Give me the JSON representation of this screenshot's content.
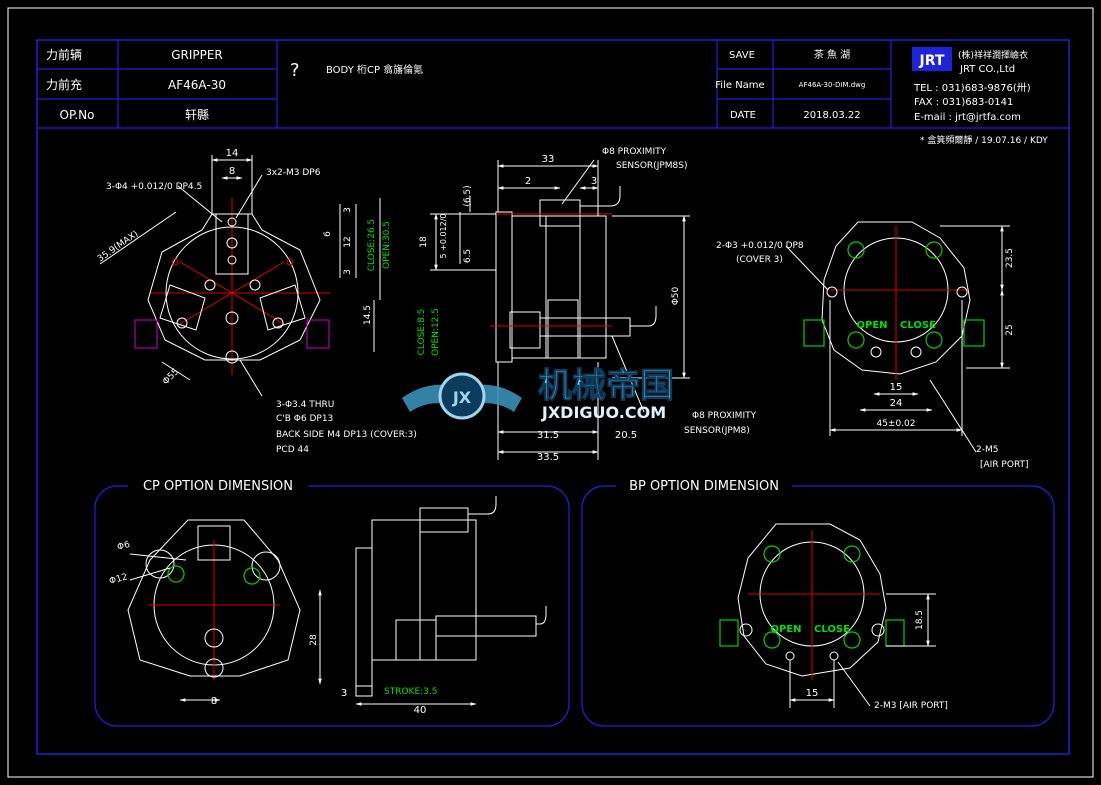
{
  "colors": {
    "background": "#000000",
    "frame": "#1e22d8",
    "line": "#ffffff",
    "dim_green": "#00e000",
    "center_red": "#e00000",
    "magenta": "#d000d0"
  },
  "title_block": {
    "label_name": "力前辆",
    "value_name": "GRIPPER",
    "label_model": "力前充",
    "value_model": "AF46A-30",
    "label_op": "OP.No",
    "value_op": "轩縣",
    "note_mark": "?",
    "note": "BODY 桁CP 翕旛倫氪",
    "save_label": "SAVE",
    "save_value": "茶 魚 湖",
    "file_label": "File Name",
    "file_value": "AF46A-30-DIM.dwg",
    "date_label": "DATE",
    "date_value": "2018.03.22"
  },
  "company": {
    "logo": "JRT",
    "name_cn": "(株)祥祥澗擇嶮衣",
    "name_en": "JRT CO.,Ltd",
    "tel": "TEL : 031)683-9876(卅)",
    "fax": "FAX : 031)683-0141",
    "email": "E-mail : jrt@jrtfa.com",
    "revision": "* 盒箕頻爾靜 / 19.07.16 / KDY"
  },
  "front_view": {
    "dim_14": "14",
    "dim_8": "8",
    "hole_note": "3-Φ4 +0.012/0 DP4.5",
    "tap_note": "3x2-M3 DP6",
    "dim_35_9": "35.9(MAX)",
    "dim_3a": "3",
    "dim_6": "6",
    "dim_12": "12",
    "dim_3b": "3",
    "close_26_5": "CLOSE:26.5",
    "open_30_5": "OPEN:30.5",
    "dim_14_5": "14.5",
    "dia_55": "Φ55",
    "thru_1": "3-Φ3.4 THRU",
    "thru_2": "C'B Φ6 DP13",
    "thru_3": "BACK SIDE M4 DP13 (COVER:3)",
    "thru_4": "PCD 44"
  },
  "side_view": {
    "dim_33": "33",
    "dim_2": "2",
    "dim_3": "3",
    "dim_6_5a": "(6.5)",
    "dim_18": "18",
    "dim_5": "5 +0.012/0",
    "dim_6_5b": "6.5",
    "dim_50": "Φ50",
    "close_8_5": "CLOSE:8.5",
    "open_12_5": "OPEN:12.5",
    "dim_31_5": "31.5",
    "dim_20_5": "20.5",
    "dim_33_5": "33.5",
    "sensor_top_1": "Φ8 PROXIMITY",
    "sensor_top_2": "SENSOR(JPM8S)",
    "sensor_bot_1": "Φ8 PROXIMITY",
    "sensor_bot_2": "SENSOR(JPM8)"
  },
  "back_view": {
    "hole_note_1": "2-Φ3 +0.012/0 DP8",
    "hole_note_2": "(COVER 3)",
    "dim_23_5": "23.5",
    "dim_25": "25",
    "open": "OPEN",
    "close": "CLOSE",
    "dim_15": "15",
    "dim_24": "24",
    "dim_45": "45±0.02",
    "port_1": "2-M5",
    "port_2": "[AIR PORT]"
  },
  "cp_option": {
    "title": "CP OPTION DIMENSION",
    "dia_6": "Φ6",
    "dia_12": "Φ12",
    "dim_28": "28",
    "dim_8": "8",
    "dim_3": "3",
    "stroke": "STROKE:3.5",
    "dim_40": "40"
  },
  "bp_option": {
    "title": "BP OPTION DIMENSION",
    "open": "OPEN",
    "close": "CLOSE",
    "dim_18_5": "18.5",
    "dim_15": "15",
    "port": "2-M3 [AIR PORT]"
  },
  "watermark": {
    "text_cn": "机械帝国",
    "text_en": "JXDIGUO.COM"
  }
}
